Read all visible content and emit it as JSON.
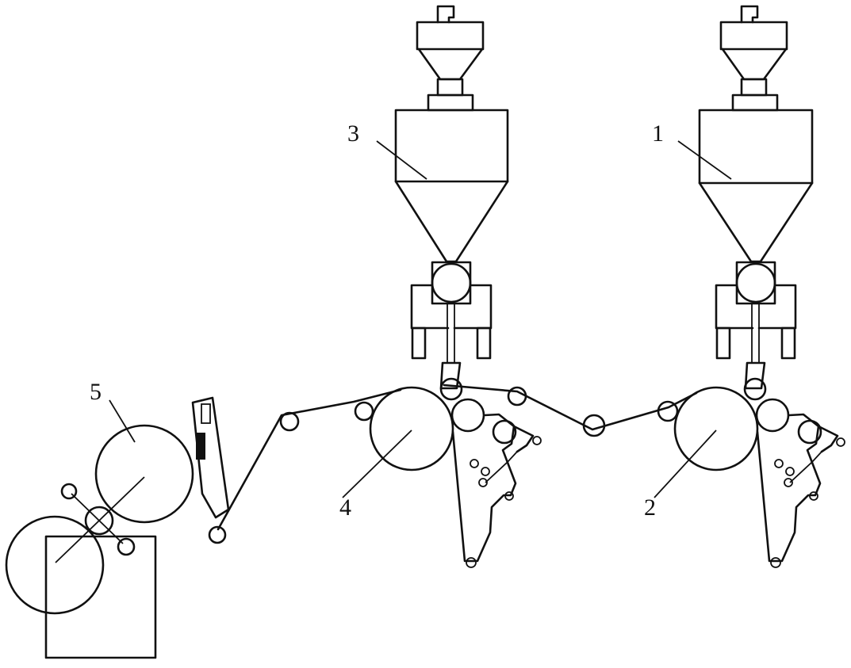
{
  "labels": {
    "l1": "1",
    "l2": "2",
    "l3": "3",
    "l4": "4",
    "l5": "5"
  },
  "colors": {
    "line": "#111111",
    "background": "#ffffff"
  }
}
